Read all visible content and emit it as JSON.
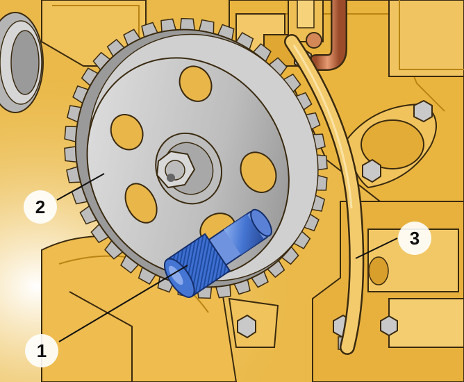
{
  "callouts": [
    {
      "id": "1",
      "label": "1"
    },
    {
      "id": "2",
      "label": "2"
    },
    {
      "id": "3",
      "label": "3"
    }
  ],
  "colors": {
    "engine_body": "#e9b43c",
    "engine_shadow": "#b98414",
    "engine_highlight": "#f8dc90",
    "gear": "#c9c9c9",
    "gear_dark": "#7c7c7c",
    "tool_pin": "#3d6fd0",
    "copper_pipe": "#c9774d",
    "outline": "#3a2a10"
  }
}
